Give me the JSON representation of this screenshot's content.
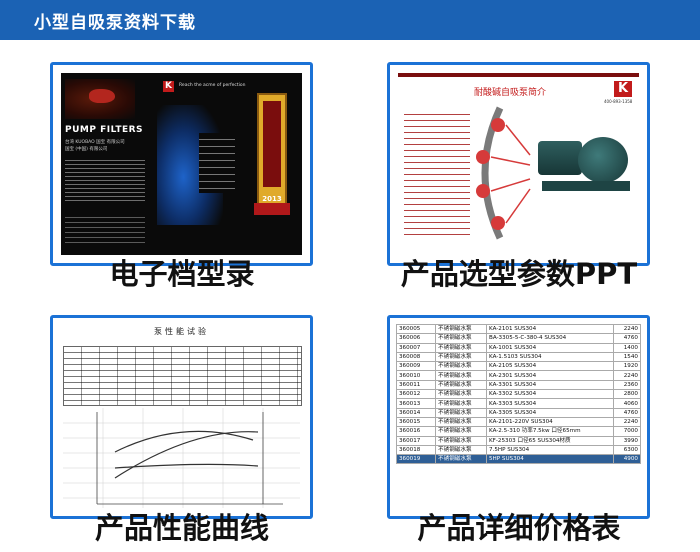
{
  "header": {
    "title": "小型自吸泵资料下载"
  },
  "cards": [
    {
      "label": "电子档型录",
      "brochure": {
        "brand": "PUMP FILTERS",
        "logo_letter": "K",
        "company_lines": [
          "台湾 KUOBAO 国宝 有限公司",
          "国宝 (中国) 有限公司"
        ],
        "seal_text": "国宝 2013",
        "tagline": "Reach the acme of perfection",
        "badge_year": "2013"
      }
    },
    {
      "label": "产品选型参数PPT",
      "ppt": {
        "title": "耐酸碱自吸泵简介",
        "phone": "400-893-1358",
        "logo_letter": "K"
      }
    },
    {
      "label": "产品性能曲线",
      "curve": {
        "title": "泵性能试验"
      }
    },
    {
      "label": "产品详细价格表",
      "price_table": {
        "rows": [
          {
            "code": "360005",
            "name": "不锈钢磁水泵",
            "model": "KA-2101 SUS304",
            "price": "2240"
          },
          {
            "code": "360006",
            "name": "不锈钢磁水泵",
            "model": "BA-3305-5-C-380-4 SUS304",
            "price": "4760"
          },
          {
            "code": "360007",
            "name": "不锈钢磁水泵",
            "model": "KA-1001 SUS304",
            "price": "1400"
          },
          {
            "code": "360008",
            "name": "不锈钢磁水泵",
            "model": "KA-1.5103 SUS304",
            "price": "1540"
          },
          {
            "code": "360009",
            "name": "不锈钢磁水泵",
            "model": "KA-2105 SUS304",
            "price": "1920"
          },
          {
            "code": "360010",
            "name": "不锈钢磁水泵",
            "model": "KA-2301 SUS304",
            "price": "2240"
          },
          {
            "code": "360011",
            "name": "不锈钢磁水泵",
            "model": "KA-3301 SUS304",
            "price": "2360"
          },
          {
            "code": "360012",
            "name": "不锈钢磁水泵",
            "model": "KA-3302 SUS304",
            "price": "2800"
          },
          {
            "code": "360013",
            "name": "不锈钢磁水泵",
            "model": "KA-3303 SUS304",
            "price": "4060"
          },
          {
            "code": "360014",
            "name": "不锈钢磁水泵",
            "model": "KA-3305 SUS304",
            "price": "4760"
          },
          {
            "code": "360015",
            "name": "不锈钢磁水泵",
            "model": "KA-2101-220V SUS304",
            "price": "2240"
          },
          {
            "code": "360016",
            "name": "不锈钢磁水泵",
            "model": "KA-2.5-310 功率7.5kw 口径65mm",
            "price": "7000"
          },
          {
            "code": "360017",
            "name": "不锈钢磁水泵",
            "model": "KF-25303 口径65 SUS304材质",
            "price": "3990"
          },
          {
            "code": "360018",
            "name": "不锈钢磁水泵",
            "model": "7.5HP SUS304",
            "price": "6300"
          },
          {
            "code": "360019",
            "name": "不锈钢磁水泵",
            "model": "5HP SUS304",
            "price": "4900"
          }
        ]
      }
    }
  ]
}
